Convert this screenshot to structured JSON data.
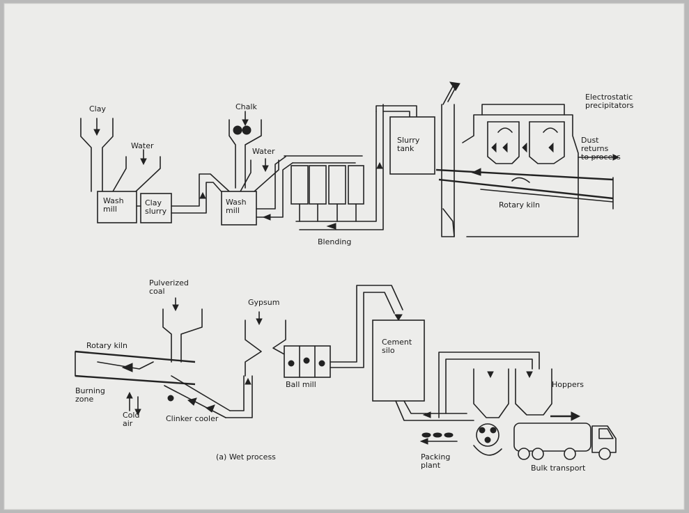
{
  "labels": {
    "clay": "Clay",
    "water_1": "Water",
    "wash_mill_1": "Wash\nmill",
    "clay_slurry": "Clay\nslurry",
    "chalk": "Chalk",
    "water_2": "Water",
    "wash_mill_2": "Wash\nmill",
    "blending": "Blending",
    "slurry_tank": "Slurry\ntank",
    "electrostatic_precipitators": "Electrostatic\nprecipitators",
    "dust_returns": "Dust\nreturns\nto process",
    "rotary_kiln_top": "Rotary kiln",
    "pulverized_coal": "Pulverized\ncoal",
    "gypsum": "Gypsum",
    "rotary_kiln_bottom": "Rotary kiln",
    "burning_zone": "Burning\nzone",
    "cold_air": "Cold\nair",
    "clinker_cooler": "Clinker cooler",
    "ball_mill": "Ball mill",
    "cement_silo": "Cement\nsilo",
    "hoppers": "Hoppers",
    "packing_plant": "Packing\nplant",
    "bulk_transport": "Bulk transport",
    "caption": "(a) Wet process"
  }
}
